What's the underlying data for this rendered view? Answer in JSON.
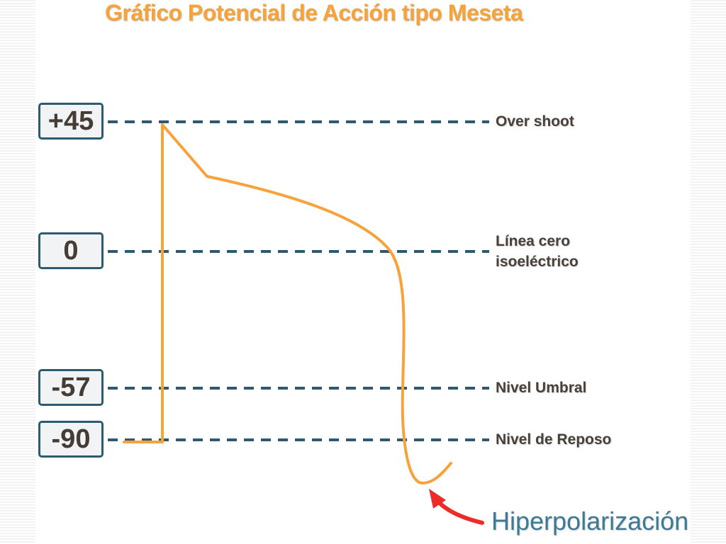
{
  "title": "Gráfico Potencial de Acción tipo Meseta",
  "levels": [
    {
      "value": "+45",
      "label": "Over shoot"
    },
    {
      "value": "0",
      "label_line1": "Línea cero",
      "label_line2": "isoeléctrico"
    },
    {
      "value": "-57",
      "label": "Nivel Umbral"
    },
    {
      "value": "-90",
      "label": "Nivel de Reposo"
    }
  ],
  "annotation": "Hiperpolarización",
  "colors": {
    "title": "#f6a43a",
    "curve": "#f7a23a",
    "dashed_line": "#2d5a6e",
    "box_border": "#2d5a6e",
    "arrow": "#ee2b2b",
    "annotation": "#3d7a96"
  }
}
